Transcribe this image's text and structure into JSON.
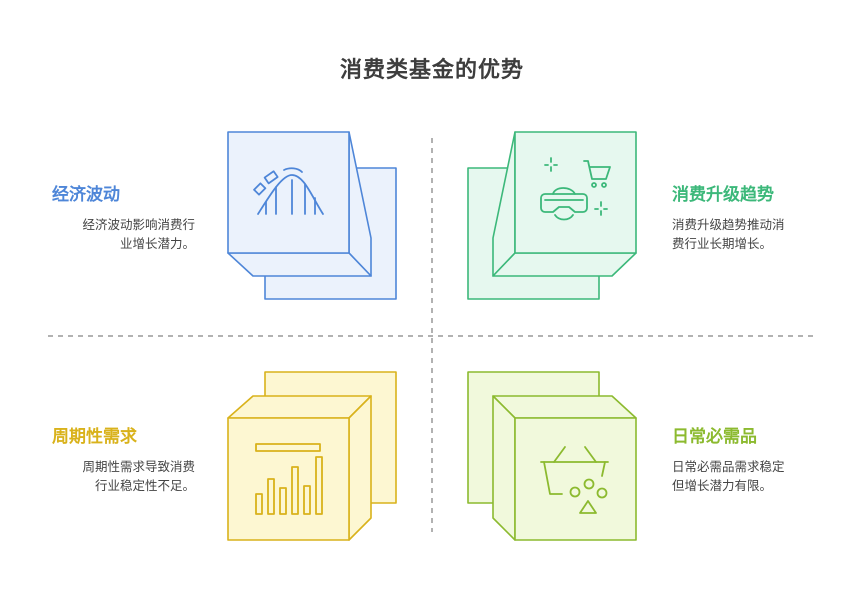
{
  "title": "消费类基金的优势",
  "quadrants": [
    {
      "heading": "经济波动",
      "description": [
        "经济波动影响消费行",
        "业增长潜力。"
      ],
      "color": "#4e86d8",
      "icon": "roller-coaster-icon"
    },
    {
      "heading": "消费升级趋势",
      "description": [
        "消费升级趋势推动消",
        "费行业长期增长。"
      ],
      "color": "#3cb87a",
      "icon": "vr-headset-shopping-cart-icon"
    },
    {
      "heading": "周期性需求",
      "description": [
        "周期性需求导致消费",
        "行业稳定性不足。"
      ],
      "color": "#d9b21b",
      "icon": "bar-chart-icon"
    },
    {
      "heading": "日常必需品",
      "description": [
        "日常必需品需求稳定",
        "但增长潜力有限。"
      ],
      "color": "#8cba2f",
      "icon": "shopping-basket-icon"
    }
  ]
}
